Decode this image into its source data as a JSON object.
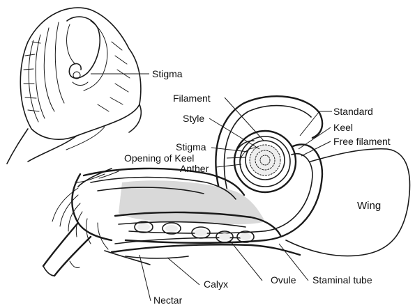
{
  "labels": {
    "stigma_top": "Stigma",
    "filament": "Filament",
    "style": "Style",
    "stigma": "Stigma",
    "opening_of_keel": "Opening of Keel",
    "anther": "Anther",
    "standard": "Standard",
    "keel": "Keel",
    "free_filament": "Free filament",
    "wing": "Wing",
    "ovule": "Ovule",
    "staminal_tube": "Staminal tube",
    "calyx": "Calyx",
    "nectar": "Nectar"
  }
}
